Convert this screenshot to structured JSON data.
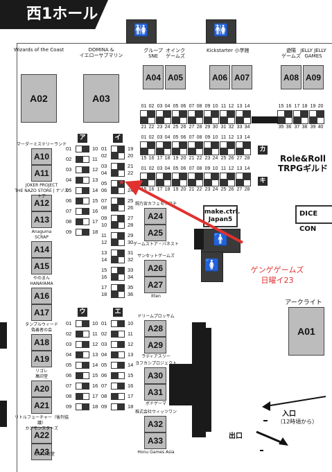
{
  "hall_title": "西1ホール",
  "icons": {
    "restroom": "restroom-icon"
  },
  "colors": {
    "highlight": "#e0312f",
    "booth": "#bcbcbc",
    "dark": "#1a1a1a"
  },
  "top_booths": [
    {
      "id": "A02",
      "label": "Wizards of the Coast"
    },
    {
      "id": "A03",
      "label": "DOMINA &\nイエローサブマリン"
    },
    {
      "id": "A04",
      "label": "グループ\nSNE"
    },
    {
      "id": "A05",
      "label": "オインク\nゲームズ"
    },
    {
      "id": "A06",
      "label": "Kickstarter"
    },
    {
      "id": "A07",
      "label": "小学館"
    },
    {
      "id": "A08",
      "label": "遊陽\nゲームズ"
    },
    {
      "id": "A09",
      "label": "JELLY JELLY\nGAMES"
    }
  ],
  "left_booths": [
    {
      "id": "A10",
      "label": "マーダーミステリーランド"
    },
    {
      "id": "A11",
      "label": ""
    },
    {
      "id": "A12",
      "label": "JOKER PROJECT\nTHE NAZO STORE | ナゾストア"
    },
    {
      "id": "A13",
      "label": ""
    },
    {
      "id": "A14",
      "label": "Anaguma\nSCRAP"
    },
    {
      "id": "A15",
      "label": ""
    },
    {
      "id": "A16",
      "label": "やのまん\nHANAYAMA"
    },
    {
      "id": "A17",
      "label": ""
    },
    {
      "id": "A18",
      "label": "タンブルウィード\n偽善者の会"
    },
    {
      "id": "A19",
      "label": ""
    },
    {
      "id": "A20",
      "label": "リゴレ\n萬印堂"
    },
    {
      "id": "A21",
      "label": ""
    },
    {
      "id": "A22",
      "label": "リトルフューチャー（後列協議）\nカジモンスターズ"
    },
    {
      "id": "A23",
      "label": ""
    }
  ],
  "left_bottom_label": "コロコロ堂",
  "middle_booths": [
    {
      "id": "A24",
      "label": "鍔乃宮カフェモトマチ",
      "bottom": ""
    },
    {
      "id": "A25",
      "label": "",
      "bottom": "ゲームストア・バネスト"
    },
    {
      "id": "A26",
      "label": "サンセットゲームズ",
      "bottom": ""
    },
    {
      "id": "A27",
      "label": "",
      "bottom": "Itten"
    },
    {
      "id": "A28",
      "label": "ドリームプロッサム",
      "bottom": ""
    },
    {
      "id": "A29",
      "label": "",
      "bottom": "ラディアスリー"
    },
    {
      "id": "A30",
      "label": "ヨフカシプロジェクト",
      "bottom": ""
    },
    {
      "id": "A31",
      "label": "",
      "bottom": "ボドゲーマ"
    },
    {
      "id": "A32",
      "label": "株式会社ウィッツワン",
      "bottom": ""
    },
    {
      "id": "A33",
      "label": "",
      "bottom": "Honu Games Asia"
    }
  ],
  "a01": {
    "id": "A01",
    "label": "アークライト"
  },
  "block_tags": {
    "a": "ア",
    "i": "イ",
    "u": "ウ",
    "e": "エ",
    "ka": "カ",
    "ki": "キ"
  },
  "col_a_left": [
    "01",
    "02",
    "03",
    "04",
    "05",
    "06",
    "07",
    "08",
    "09"
  ],
  "col_a_right": [
    "10",
    "11",
    "12",
    "13",
    "14",
    "15",
    "16",
    "17",
    "18"
  ],
  "col_i_left": [
    "01",
    "02",
    "03",
    "04",
    "05",
    "06",
    "07",
    "08",
    "09",
    "10",
    "11",
    "12",
    "13",
    "14",
    "15",
    "16",
    "17",
    "18"
  ],
  "col_i_right": [
    "19",
    "20",
    "21",
    "22",
    "23",
    "24",
    "25",
    "26",
    "27",
    "28",
    "29",
    "30",
    "31",
    "32",
    "33",
    "34",
    "35",
    "36"
  ],
  "col_u_left": [
    "01",
    "02",
    "03",
    "04",
    "05",
    "06",
    "07",
    "08",
    "09"
  ],
  "col_u_right": [
    "10",
    "11",
    "12",
    "13",
    "14",
    "15",
    "16",
    "17",
    "18"
  ],
  "col_e_left": [
    "01",
    "02",
    "03",
    "04",
    "05",
    "06",
    "07",
    "08",
    "09"
  ],
  "col_e_right": [
    "10",
    "11",
    "12",
    "13",
    "14",
    "15",
    "16",
    "17",
    "18"
  ],
  "row_top_a": [
    "01 02",
    "03 04",
    "05 06",
    "07 08",
    "09 10",
    "11 12",
    "13 14"
  ],
  "row_top_b": [
    "21 22",
    "23 24",
    "25 26",
    "27 28",
    "29 30",
    "31 32",
    "33 34"
  ],
  "row_top_c": [
    "15 16",
    "17 18",
    "19 20"
  ],
  "row_top_d": [
    "35 36",
    "37 38",
    "39 40"
  ],
  "row_ka_a": [
    "01 02",
    "03 04",
    "05 06",
    "07 08",
    "09 10",
    "11 12",
    "13 14"
  ],
  "row_ka_b": [
    "15 16",
    "17 18",
    "19 20",
    "21 22",
    "23 24",
    "25 26",
    "27 28"
  ],
  "row_ki_a": [
    "01 02",
    "03 04",
    "05 06",
    "07 08",
    "09 10",
    "11 12",
    "13 14"
  ],
  "row_ki_b": [
    "15 16",
    "17 18",
    "19 20",
    "21 22",
    "23 24",
    "25 26",
    "27 28"
  ],
  "role_and_roll": "Role&Roll\nTRPGギルド",
  "dice_con": "DICE CON",
  "make_ctrl": "make.ctrl.\nJapan5",
  "annotation": "ゲンゲゲームズ\n日曜イ23",
  "entrance": "入口",
  "entrance_time": "（12時頃から）",
  "exit": "出口"
}
